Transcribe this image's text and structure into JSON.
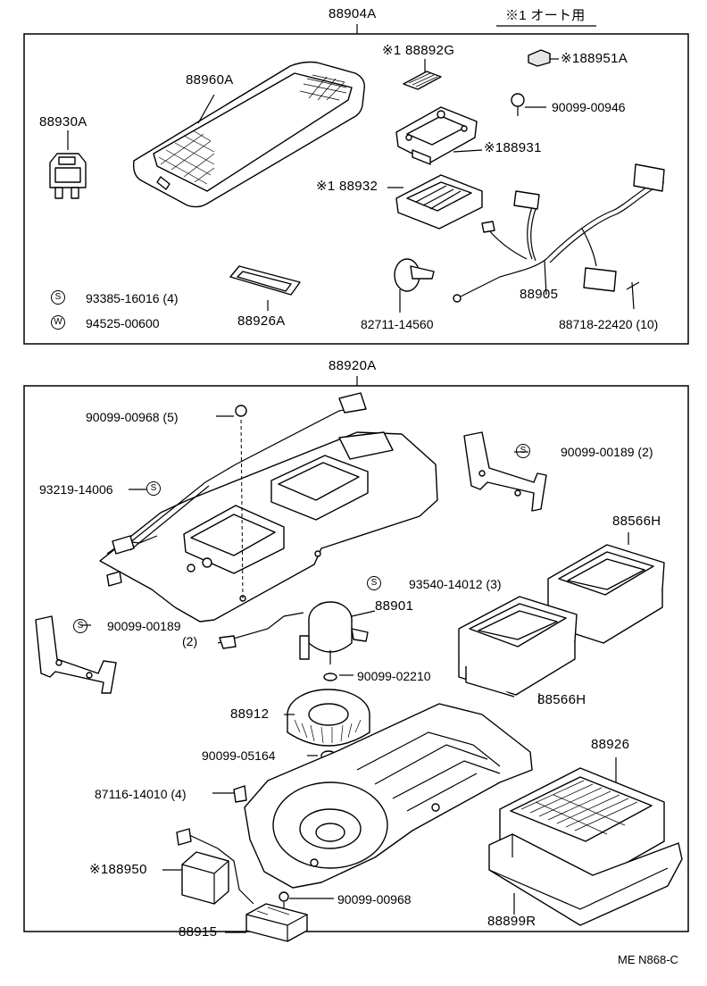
{
  "header": {
    "top_assembly": "88904A",
    "note": "※1 オート用"
  },
  "upper_box": {
    "parts": {
      "p88960A": "88960A",
      "p88930A": "88930A",
      "p88892G": "※1 88892G",
      "p88951A": "※188951A",
      "p90099_00946": "90099-00946",
      "p88931": "※188931",
      "p88932": "※1 88932",
      "p93385": "93385-16016 (4)",
      "p94525": "94525-00600",
      "p88926A": "88926A",
      "p82711": "82711-14560",
      "p88905": "88905",
      "p88718": "88718-22420 (10)"
    },
    "symbols": {
      "s": "S",
      "w": "W"
    }
  },
  "lower_box": {
    "top_assembly": "88920A",
    "parts": {
      "p90099_00968a": "90099-00968 (5)",
      "p93219": "93219-14006",
      "p90099_00189a": "90099-00189 (2)",
      "p88566H_a": "88566H",
      "p93540": "93540-14012 (3)",
      "p88901": "88901",
      "p90099_00189b": "90099-00189",
      "p90099_00189b_qty": "(2)",
      "p90099_02210": "90099-02210",
      "p88566H_b": "88566H",
      "p88912": "88912",
      "p90099_05164": "90099-05164",
      "p88926": "88926",
      "p87116": "87116-14010 (4)",
      "p88950": "※188950",
      "p90099_00968b": "90099-00968",
      "p88915": "88915",
      "p88899R": "88899R"
    },
    "symbols": {
      "s": "S"
    }
  },
  "footer": {
    "code": "ME N868-C"
  }
}
